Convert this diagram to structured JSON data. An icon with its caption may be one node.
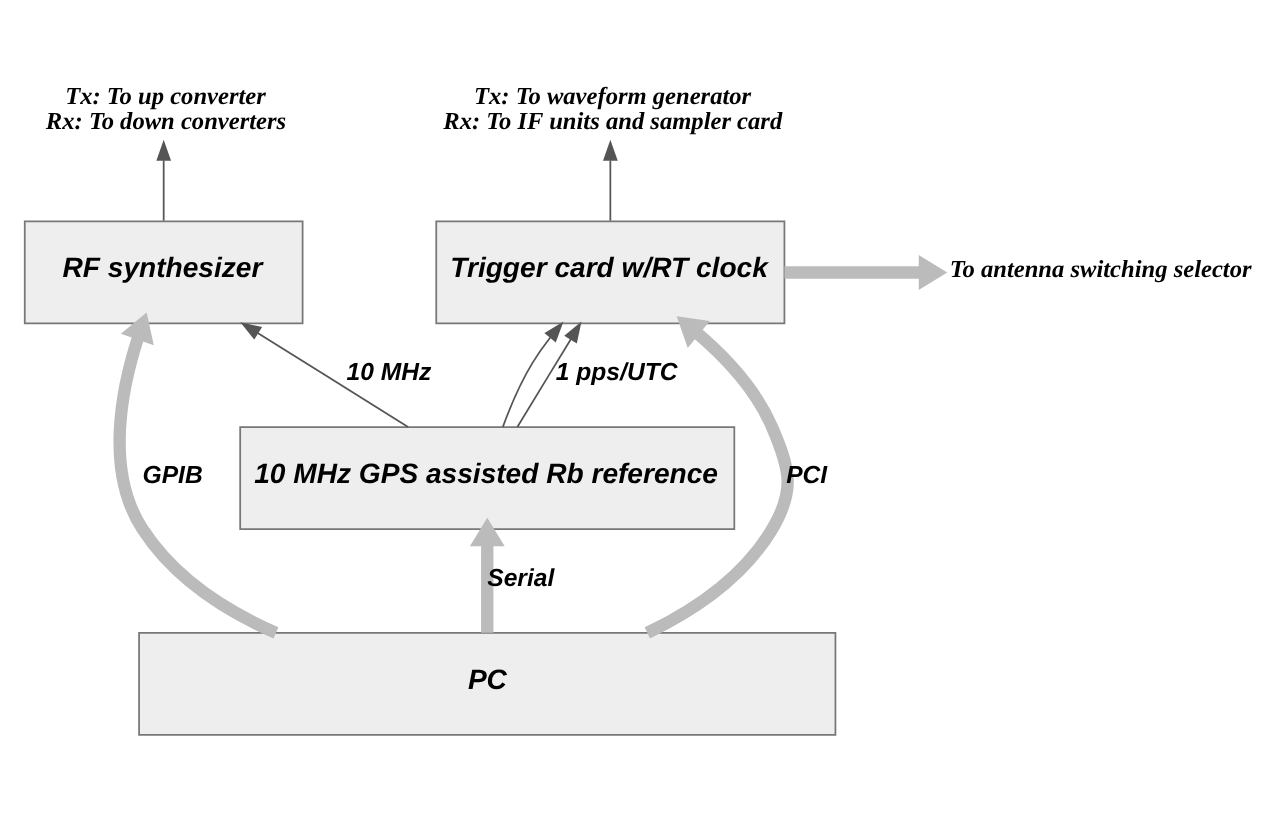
{
  "diagram": {
    "nodes": [
      {
        "text": [
          "Tx: To up converter",
          "Rx: To down converters"
        ]
      },
      {
        "text": [
          "Tx: To waveform generator",
          "Rx: To IF units and sampler card"
        ]
      },
      {
        "text": [
          "RF synthesizer"
        ]
      },
      {
        "text": [
          "Trigger card w/RT clock"
        ]
      },
      {
        "text": [
          "To antenna switching selector"
        ]
      },
      {
        "text": [
          "10 MHz GPS assisted Rb reference"
        ]
      },
      {
        "text": [
          "PC"
        ]
      }
    ],
    "edges": [
      {
        "from": 2,
        "to": 0,
        "arrow": "to"
      },
      {
        "from": 3,
        "to": 1,
        "arrow": "to"
      },
      {
        "from": 3,
        "to": 4,
        "arrow": "to",
        "style": "thick",
        "color": "#bbbbbb"
      },
      {
        "from": 5,
        "to": 2,
        "arrow": "to",
        "label": "10 MHz"
      },
      {
        "from": 5,
        "to": 3,
        "arrow": "to"
      },
      {
        "from": 5,
        "to": 3,
        "arrow": "to",
        "label": "1 pps/UTC"
      },
      {
        "from": 6,
        "to": 2,
        "arrow": "to",
        "label": "GPIB",
        "style": "thick",
        "color": "#bbbbbb"
      },
      {
        "from": 6,
        "to": 5,
        "arrow": "to",
        "label": "Serial",
        "style": "thick",
        "color": "#bbbbbb"
      },
      {
        "from": 6,
        "to": 3,
        "arrow": "to",
        "label": "PCI",
        "style": "thick",
        "color": "#bbbbbb"
      }
    ]
  }
}
